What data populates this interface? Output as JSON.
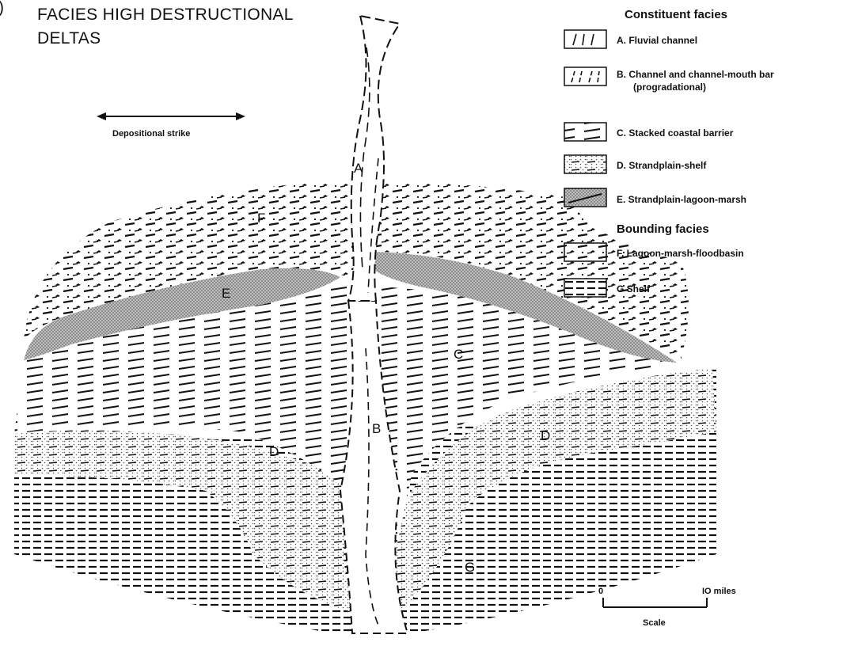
{
  "figure": {
    "panel_mark": ")",
    "title_line_1": "FACIES HIGH DESTRUCTIONAL",
    "title_line_2": "DELTAS",
    "strike_label": "Depositional strike"
  },
  "legend": {
    "constituent_heading": "Constituent facies",
    "bounding_heading": "Bounding facies",
    "items": [
      {
        "label": "A. Fluvial channel",
        "pattern": "channel-fluvial"
      },
      {
        "label": "B. Channel and channel-mouth bar",
        "label_line2": "(progradational)",
        "pattern": "channel-mouth-bar"
      },
      {
        "label": "C. Stacked coastal barrier",
        "pattern": "barrier-dashes"
      },
      {
        "label": "D. Strandplain-shelf",
        "pattern": "stipple-dashes"
      },
      {
        "label": "E. Strandplain-lagoon-marsh",
        "pattern": "dense-stipple"
      },
      {
        "label": "F. Lagoon-marsh-floodbasin",
        "pattern": "marsh-dashes"
      },
      {
        "label": "G Shelf",
        "pattern": "horizontal-lines"
      }
    ]
  },
  "facies_labels": {
    "a": "A",
    "b": "B",
    "c": "C",
    "d_left": "D",
    "d_right": "D",
    "e": "E",
    "f": "F",
    "g": "G"
  },
  "scale": {
    "start": "0",
    "end": "IO miles",
    "caption": "Scale"
  },
  "colors": {
    "ink": "#111111",
    "stipple": "#9a9a9a",
    "paper": "#ffffff"
  }
}
